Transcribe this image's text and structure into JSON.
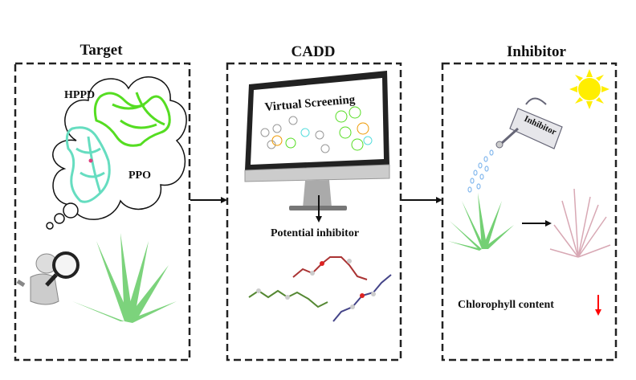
{
  "panels": [
    {
      "title": "Target",
      "labels": {
        "protein_1": "HPPD",
        "protein_2": "PPO"
      }
    },
    {
      "title": "CADD",
      "labels": {
        "screen": "Virtual  Screening",
        "result": "Potential inhibitor"
      }
    },
    {
      "title": "Inhibitor",
      "labels": {
        "can": "Inhibitor",
        "outcome": "Chlorophyll content"
      }
    }
  ],
  "colors": {
    "hppd": "#55dd22",
    "ppo": "#66ddc0",
    "healthy_plant": "#66cc66",
    "treated_plant": "#e0b8c0",
    "sun": "#ffee00",
    "decrease_arrow": "#ff0000"
  }
}
